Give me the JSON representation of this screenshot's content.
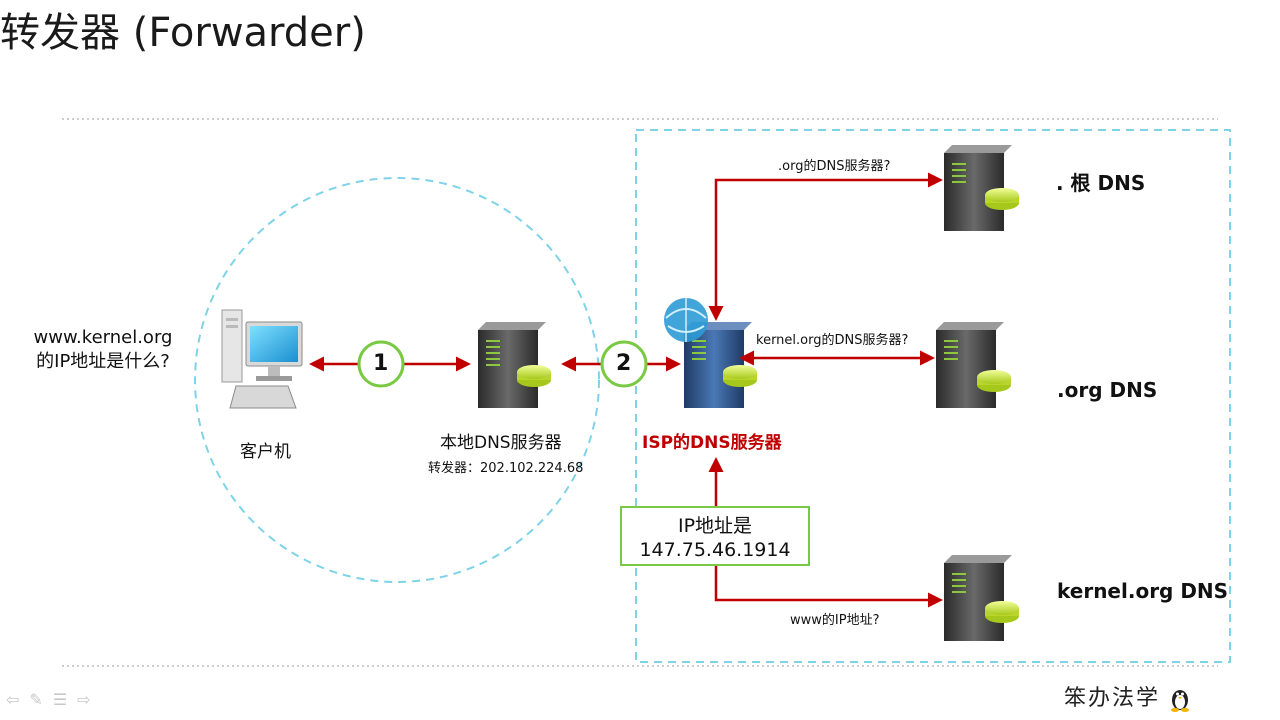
{
  "title": "转发器 (Forwarder)",
  "client": {
    "question": [
      "www.kernel.org",
      "的IP地址是什么?"
    ],
    "label": "客户机"
  },
  "local_dns": {
    "label": "本地DNS服务器",
    "forwarder": "转发器：202.102.224.68"
  },
  "isp_dns": {
    "label": "ISP的DNS服务器",
    "color": "#c00000"
  },
  "steps": [
    "1",
    "2"
  ],
  "queries": {
    "root": ".org的DNS服务器?",
    "org": "kernel.org的DNS服务器?",
    "kernel": "www的IP地址?"
  },
  "answer": {
    "line1": "IP地址是",
    "line2": "147.75.46.1914"
  },
  "servers": {
    "root": ". 根 DNS",
    "org": ".org DNS",
    "kernel": "kernel.org DNS"
  },
  "colors": {
    "arrow": "#c00000",
    "circle_border": "#7ac943",
    "dashed": "#7fd3e8"
  },
  "footer": {
    "nav_icons": [
      "back-arrow-icon",
      "pen-icon",
      "menu-icon",
      "forward-arrow-icon"
    ],
    "watermark": "笨办法学"
  }
}
